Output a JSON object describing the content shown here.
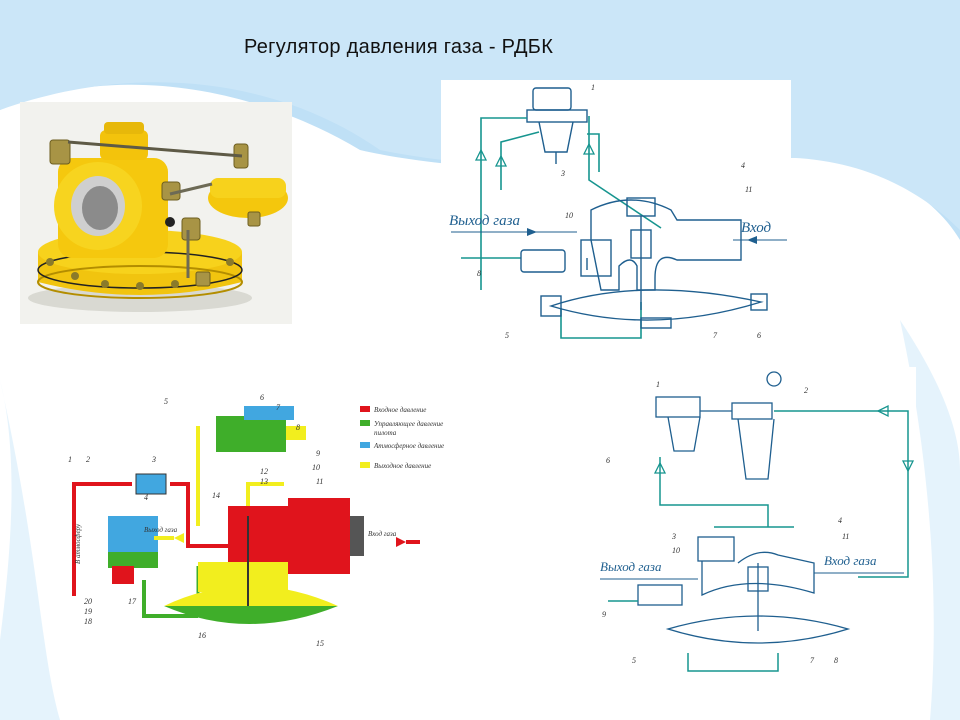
{
  "slide": {
    "title": "Регулятор давления газа -  РДБК"
  },
  "diagram_top": {
    "outlet_label": "Выход газа",
    "inlet_label": "Вход",
    "numbers": [
      "1",
      "3",
      "4",
      "11",
      "10",
      "8",
      "5",
      "7",
      "6"
    ]
  },
  "diagram_left": {
    "legend": [
      {
        "text": "Входное давление",
        "color": "#e0141c"
      },
      {
        "text": "Управляющее давление",
        "color": "#3fae2a"
      },
      {
        "text": "Атмосферное давление",
        "color": "#41a7e0"
      },
      {
        "text": "Выходное давление",
        "color": "#f2ee1e"
      }
    ],
    "legend_line2": "пилота",
    "inlet_label": "Вход газа",
    "outlet_label": "Выход газа",
    "atm_label": "В атмосферу",
    "numbers": [
      "5",
      "6",
      "7",
      "8",
      "9",
      "1",
      "2",
      "3",
      "4",
      "12",
      "13",
      "10",
      "11",
      "14",
      "20",
      "19",
      "18",
      "17",
      "16",
      "15"
    ]
  },
  "diagram_right": {
    "outlet_label": "Выход газа",
    "inlet_label": "Вход газа",
    "numbers": [
      "1",
      "2",
      "3",
      "10",
      "4",
      "11",
      "9",
      "5",
      "7",
      "8",
      "6"
    ]
  }
}
